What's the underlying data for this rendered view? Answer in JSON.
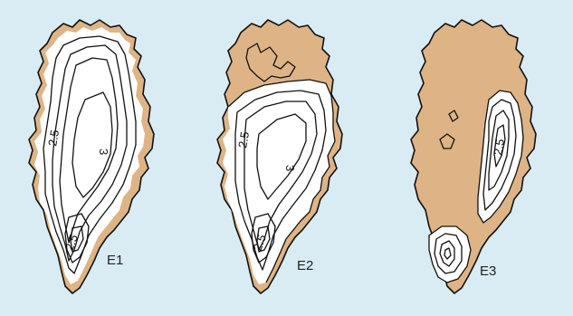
{
  "colors": {
    "background": "#d9ecf4",
    "land": "#deb486",
    "ice": "#ffffff",
    "contour": "#111111"
  },
  "panels": [
    {
      "label": "E1",
      "contour_labels": [
        "3",
        "2.5",
        "2.5"
      ]
    },
    {
      "label": "E2",
      "contour_labels": [
        "3",
        "2.5",
        "2.5"
      ]
    },
    {
      "label": "E3",
      "contour_labels": [
        "2.5"
      ]
    }
  ]
}
